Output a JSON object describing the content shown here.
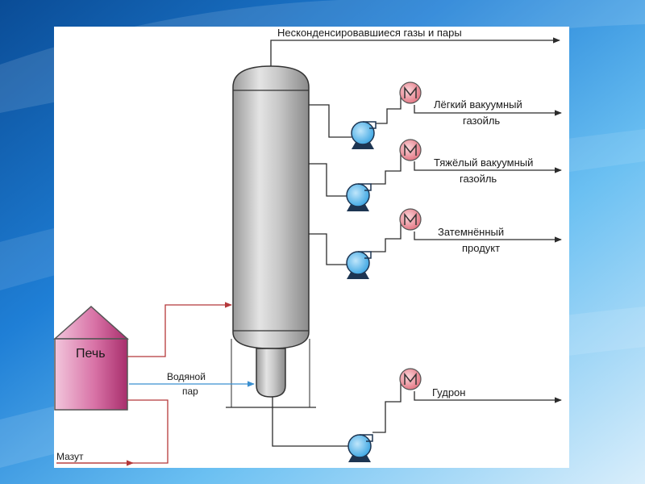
{
  "background": {
    "colors": [
      "#0a4c96",
      "#1f7fd6",
      "#6bc0f2",
      "#d9eefb"
    ]
  },
  "furnace": {
    "label": "Печь",
    "color": "#c2427f"
  },
  "feed": {
    "label": "Мазут"
  },
  "steam": {
    "label_line1": "Водяной",
    "label_line2": "пар"
  },
  "overhead": {
    "label": "Несконденсировавшиеся газы и пары"
  },
  "products": [
    {
      "line1": "Лёгкий вакуумный",
      "line2": "газойль"
    },
    {
      "line1": "Тяжёлый вакуумный",
      "line2": "газойль"
    },
    {
      "line1": "Затемнённый",
      "line2": "продукт"
    },
    {
      "line1": "Гудрон",
      "line2": ""
    }
  ],
  "icons": {
    "pump": "pump-icon",
    "cooler": "heat-exchanger-icon",
    "column": "vacuum-column"
  },
  "colors": {
    "pump": "#2f9fe0",
    "cooler": "#e06a78",
    "column": "#b9b9b9"
  }
}
